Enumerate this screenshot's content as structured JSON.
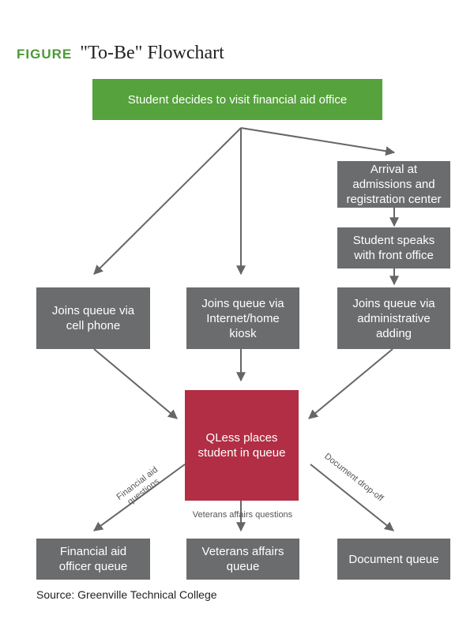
{
  "figure_label": "FIGURE",
  "figure_title": "\"To-Be\" Flowchart",
  "nodes": {
    "start": "Student  decides to visit financial aid office",
    "arrival": "Arrival at\nadmissions and\nregistration center",
    "speaks": "Student speaks\nwith front office",
    "cell": "Joins queue via\ncell phone",
    "internet": "Joins queue via\nInternet/home\nkiosk",
    "admin": "Joins queue via\nadministrative\nadding",
    "qless": "QLess places\nstudent in queue",
    "fin_queue": "Financial aid\nofficer queue",
    "vet_queue": "Veterans affairs\nqueue",
    "doc_queue": "Document queue"
  },
  "edge_labels": {
    "financial": [
      "Financial aid",
      "questions"
    ],
    "veterans": "Veterans affairs questions",
    "document": "Document drop-off"
  },
  "colors": {
    "start": "#56a23d",
    "process": "#6a6c6d",
    "qless": "#b12e44",
    "arrow": "#666666",
    "figure_label": "#4a9a36"
  },
  "source": "Source: Greenville Technical College"
}
